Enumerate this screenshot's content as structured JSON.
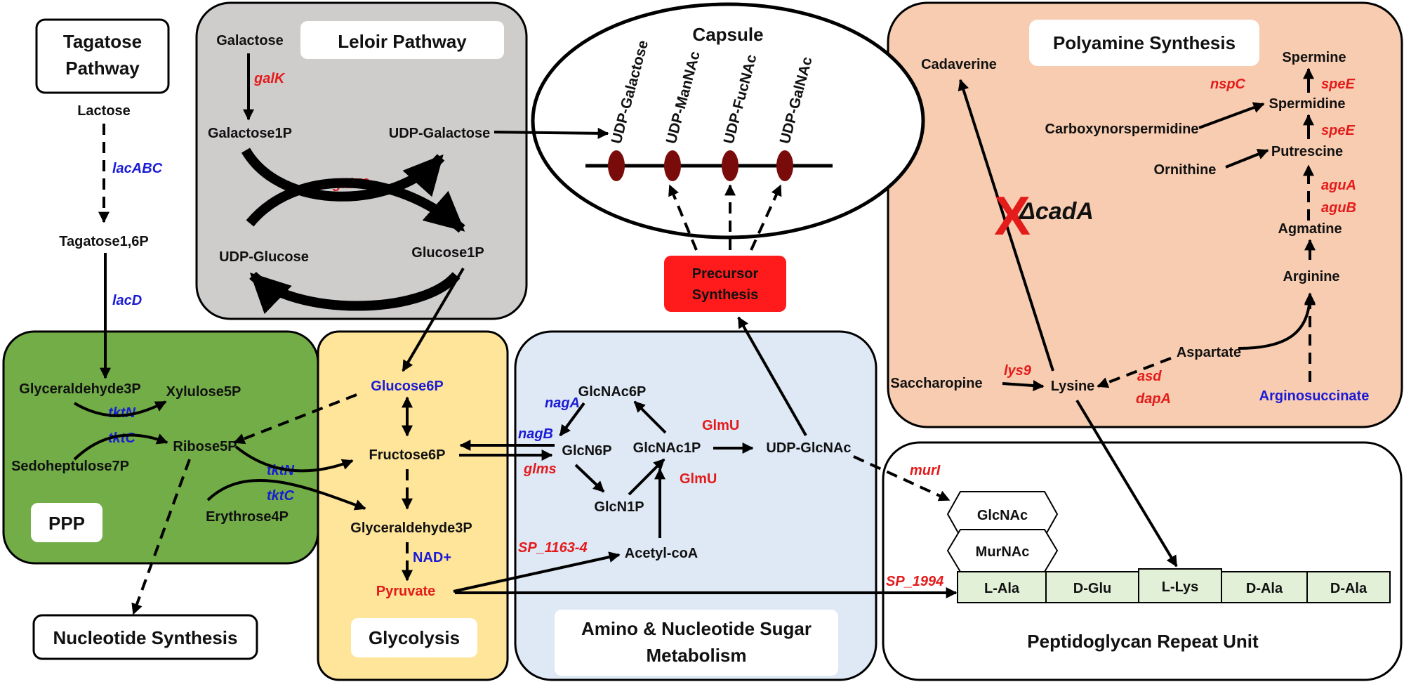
{
  "colors": {
    "leloir_box": "#cfcccc",
    "ppp_box": "#72ad47",
    "glycolysis_box": "#fee59a",
    "amino_box": "#dfe9f6",
    "polyamine_box": "#f8ccb0",
    "precursor_box": "#ff1b1b",
    "enzyme_red": "#e31b1b",
    "enzyme_blue": "#1b1bd6",
    "capsule_node": "#7a0b0b",
    "peptidoglycan_cell": "#e2f0d8"
  },
  "titles": {
    "tagatose_line1": "Tagatose",
    "tagatose_line2": "Pathway",
    "leloir": "Leloir Pathway",
    "capsule": "Capsule",
    "polyamine": "Polyamine Synthesis",
    "ppp": "PPP",
    "glycolysis": "Glycolysis",
    "amino_line1": "Amino & Nucleotide Sugar",
    "amino_line2": "Metabolism",
    "peptidoglycan": "Peptidoglycan Repeat Unit",
    "nucleotide": "Nucleotide Synthesis",
    "precursor_line1": "Precursor",
    "precursor_line2": "Synthesis"
  },
  "tagatose": {
    "lactose": "Lactose",
    "lacABC": "lacABC",
    "tagatose16p": "Tagatose1,6P",
    "lacD": "lacD"
  },
  "leloir": {
    "galactose": "Galactose",
    "galK": "galK",
    "galactose1p": "Galactose1P",
    "udp_galactose": "UDP-Galactose",
    "galT2": "galT2",
    "udp_glucose": "UDP-Glucose",
    "glucose1p": "Glucose1P"
  },
  "capsule": {
    "sugars": [
      "UDP-Galactose",
      "UDP-ManNAc",
      "UDP-FucNAc",
      "UDP-GalNAc"
    ]
  },
  "ppp": {
    "glyceraldehyde3p": "Glyceraldehyde3P",
    "xylulose5p": "Xylulose5P",
    "tktN_1": "tktN",
    "tktC_1": "tktC",
    "sedoheptulose7p": "Sedoheptulose7P",
    "ribose5p": "Ribose5P",
    "erythrose4p": "Erythrose4P",
    "tktN_2": "tktN",
    "tktC_2": "tktC"
  },
  "glycolysis": {
    "glucose6p": "Glucose6P",
    "fructose6p": "Fructose6P",
    "glyceraldehyde3p": "Glyceraldehyde3P",
    "nad": "NAD+",
    "pyruvate": "Pyruvate"
  },
  "amino": {
    "glcnac6p": "GlcNAc6P",
    "nagA": "nagA",
    "nagB": "nagB",
    "glcn6p": "GlcN6P",
    "glms": "glms",
    "glcnac1p": "GlcNAc1P",
    "glmu_1": "GlmU",
    "udp_glcnac": "UDP-GlcNAc",
    "glcn1p": "GlcN1P",
    "glmu_2": "GlmU",
    "acetylcoa": "Acetyl-coA",
    "sp_1163": "SP_1163-4"
  },
  "polyamine": {
    "cadaverine": "Cadaverine",
    "spermine": "Spermine",
    "speE_1": "speE",
    "nspC": "nspC",
    "spermidine": "Spermidine",
    "carboxynorspermidine": "Carboxynorspermidine",
    "speE_2": "speE",
    "ornithine": "Ornithine",
    "putrescine": "Putrescine",
    "aguA": "aguA",
    "aguB": "aguB",
    "agmatine": "Agmatine",
    "delta_cadA": "ΔcadA",
    "x_mark": "X",
    "arginine": "Arginine",
    "aspartate": "Aspartate",
    "saccharopine": "Saccharopine",
    "lys9": "lys9",
    "lysine": "Lysine",
    "asd": "asd",
    "dapA": "dapA",
    "arginosuccinate": "Arginosuccinate"
  },
  "peptidoglycan": {
    "murI": "murI",
    "glcnac": "GlcNAc",
    "murnac": "MurNAc",
    "sp_1994": "SP_1994",
    "units": [
      "L-Ala",
      "D-Glu",
      "L-Lys",
      "D-Ala",
      "D-Ala"
    ]
  }
}
